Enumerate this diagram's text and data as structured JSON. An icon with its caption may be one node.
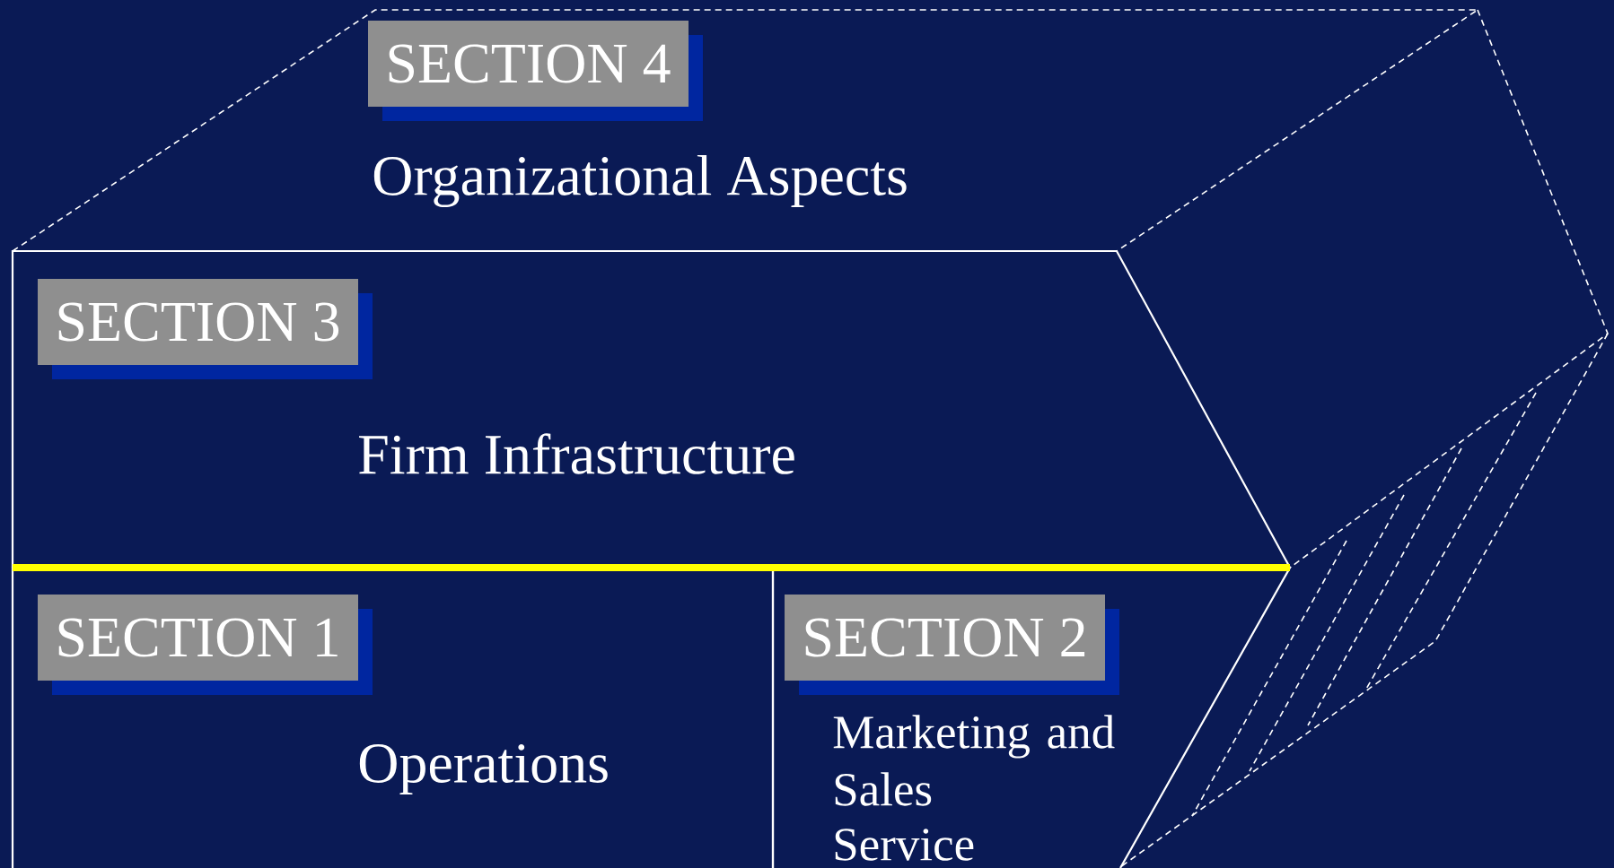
{
  "diagram": {
    "nodes": [
      {
        "text": [
          "Organizational Aspects"
        ]
      },
      {
        "text": [
          "SECTION 4"
        ],
        "in": 0
      },
      {
        "text": [
          "Firm Infrastructure"
        ]
      },
      {
        "text": [
          "SECTION 3"
        ],
        "in": 2
      },
      {
        "text": [
          "Operations"
        ]
      },
      {
        "text": [
          "SECTION 1"
        ],
        "in": 4
      },
      {
        "text": [
          "Marketing and Sales",
          "Service"
        ]
      },
      {
        "text": [
          "SECTION 2"
        ],
        "in": 6
      }
    ]
  }
}
